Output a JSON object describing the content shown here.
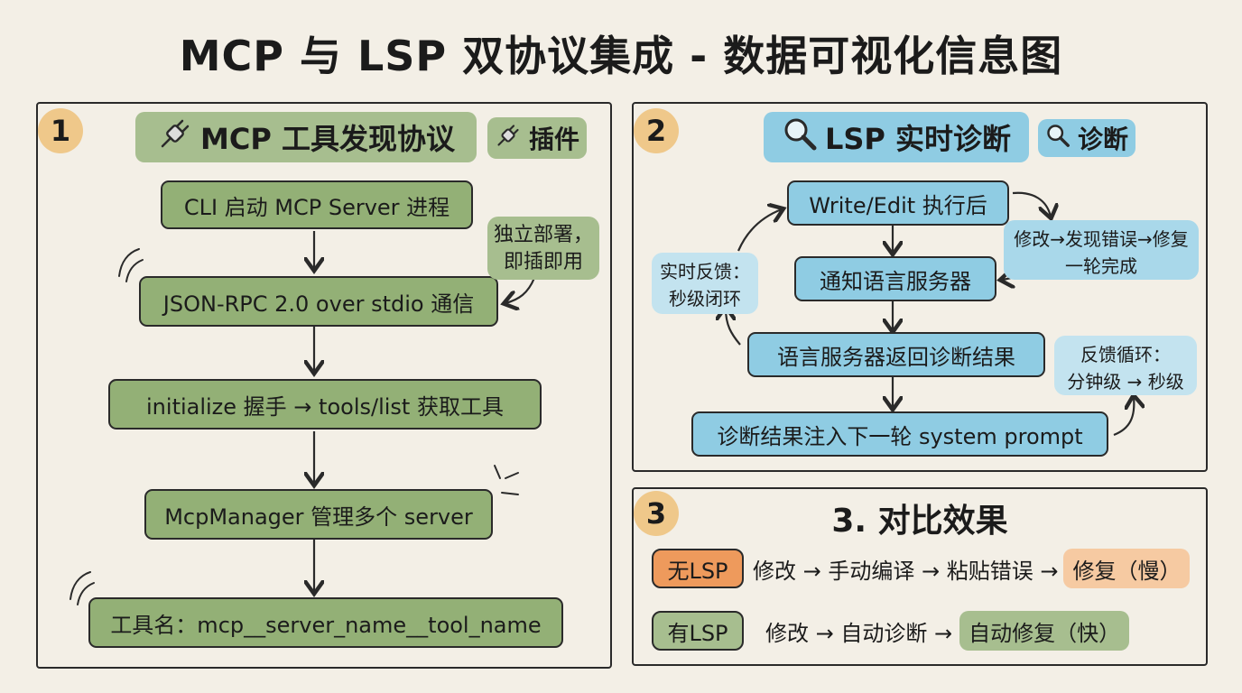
{
  "title": "MCP 与 LSP 双协议集成 - 数据可视化信息图",
  "panel1": {
    "number": "1",
    "header": "MCP 工具发现协议",
    "tag": "插件",
    "steps": [
      "CLI 启动 MCP Server 进程",
      "JSON-RPC 2.0 over stdio 通信",
      "initialize 握手 → tools/list 获取工具",
      "McpManager 管理多个 server",
      "工具名：mcp__server_name__tool_name"
    ],
    "note_line1": "独立部署，",
    "note_line2": "即插即用"
  },
  "panel2": {
    "number": "2",
    "header": "LSP 实时诊断",
    "tag": "诊断",
    "steps": [
      "Write/Edit 执行后",
      "通知语言服务器",
      "语言服务器返回诊断结果",
      "诊断结果注入下一轮 system prompt"
    ],
    "note_left_line1": "实时反馈：",
    "note_left_line2": "秒级闭环",
    "note_top_line1": "修改→发现错误→修复",
    "note_top_line2": "一轮完成",
    "note_right_line1": "反馈循环：",
    "note_right_line2": "分钟级 → 秒级"
  },
  "panel3": {
    "number": "3",
    "header": "3. 对比效果",
    "row1": {
      "label": "无LSP",
      "flow": "修改 → 手动编译 → 粘贴错误 →",
      "result": "修复（慢）"
    },
    "row2": {
      "label": "有LSP",
      "flow": "修改 → 自动诊断 →",
      "result": "自动修复（快）"
    }
  },
  "colors": {
    "background": "#f3efe6",
    "green": "#93b076",
    "blue": "#8fcce3",
    "badge": "#efc88a",
    "orange": "#ee9a5c",
    "peach": "#f6caa2"
  },
  "icons": {
    "plugin": "plug-icon",
    "diagnostics": "magnifier-icon"
  }
}
